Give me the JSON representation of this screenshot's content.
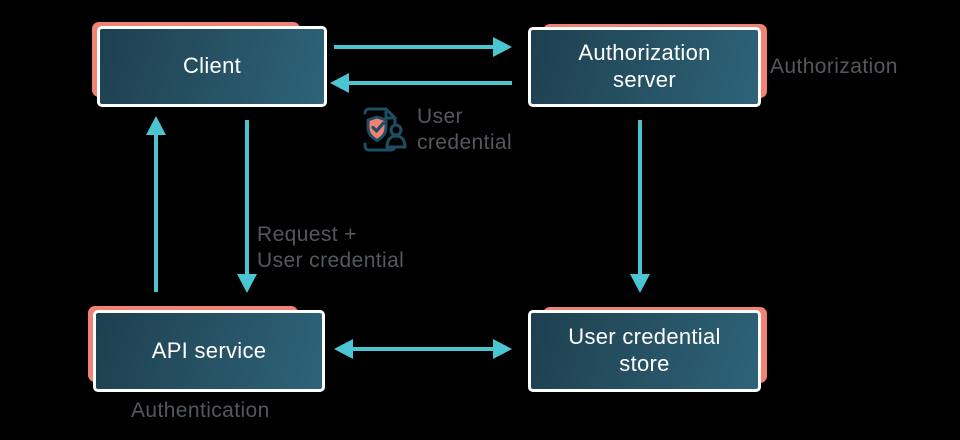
{
  "colors": {
    "bg": "#000000",
    "box-fill-dark": "#1e404f",
    "box-fill-light": "#2e6378",
    "box-border": "#ffffff",
    "box-text": "#ffffff",
    "shadow": "#f08374",
    "arrow": "#4bc5d2",
    "label-gray": "#54585e",
    "icon-stroke": "#1d4e63",
    "icon-shield-fill": "#f08374"
  },
  "nodes": {
    "client": {
      "label": "Client"
    },
    "auth_server": {
      "label": "Authorization\nserver"
    },
    "api_service": {
      "label": "API service"
    },
    "cred_store": {
      "label": "User credential\nstore"
    }
  },
  "edge_labels": {
    "user_credential": "User\ncredential",
    "request_user_credential": "Request +\nUser credential"
  },
  "phase_labels": {
    "authorization": "Authorization",
    "authentication": "Authentication"
  },
  "icons": {
    "user_credential_icon": "document-shield-person-icon"
  }
}
